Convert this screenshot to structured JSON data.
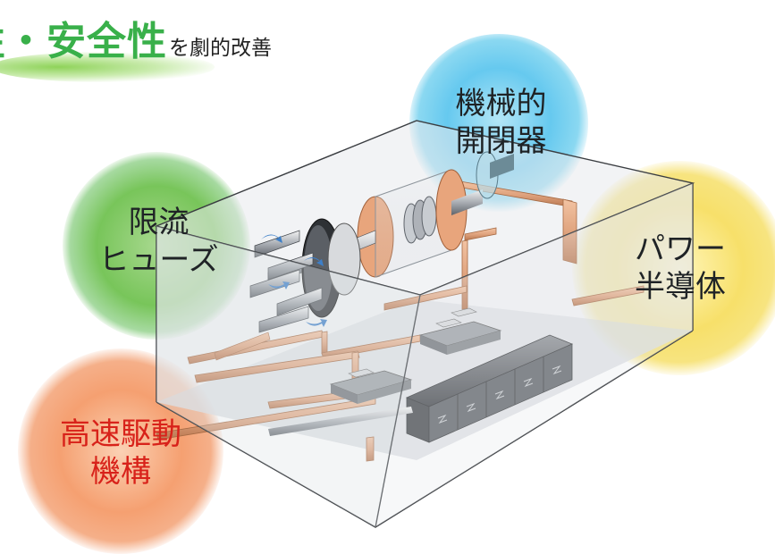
{
  "headline": {
    "emphasis": "性・安全性",
    "suffix": "を劇的改善"
  },
  "components": {
    "fuse": {
      "label": "限流\nヒューズ"
    },
    "breaker": {
      "label": "機械的\n開閉器"
    },
    "semiconductor": {
      "label": "パワー\n半導体"
    },
    "drive": {
      "label": "高速駆動\n機構"
    }
  },
  "colors": {
    "headline_green": "#39b04a",
    "fuse_bubble": "#5dbb52",
    "breaker_bubble": "#2bb8e6",
    "semiconductor_bubble": "#f2d22b",
    "drive_bubble": "#ee7a3a",
    "drive_label": "#d8221a",
    "copper": "#e0a47f"
  }
}
